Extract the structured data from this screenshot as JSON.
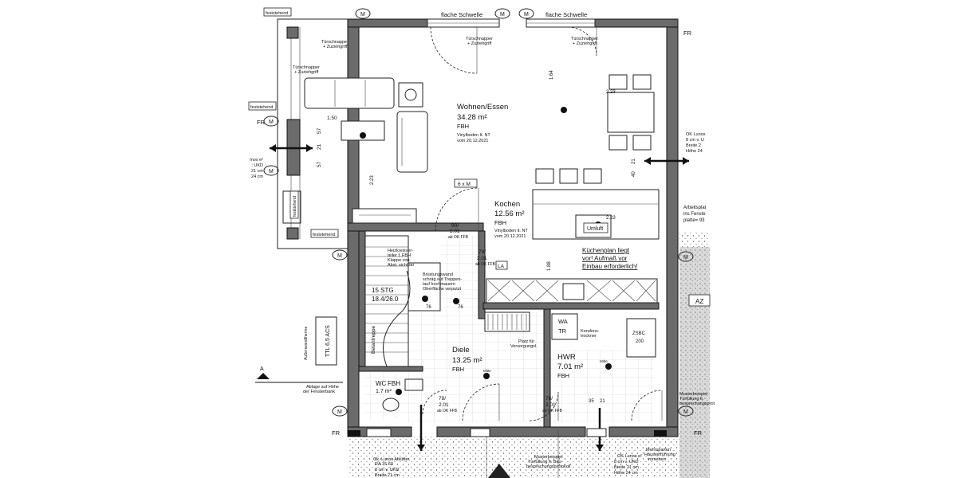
{
  "rooms": {
    "wohnen": {
      "name": "Wohnen/Essen",
      "area": "34.28 m²",
      "heating": "FBH",
      "floor1": "Vinylboden lt. NT",
      "floor2": "vom 20.12.2021"
    },
    "kochen": {
      "name": "Kochen",
      "area": "12.56 m²",
      "heating": "FBH",
      "floor1": "Vinylboden lt. NT",
      "floor2": "vom 20.12.2021"
    },
    "diele": {
      "name": "Diele",
      "area": "13.25 m²",
      "heating": "FBH"
    },
    "hwr": {
      "name": "HWR",
      "area": "7.01 m²",
      "heating": "FBH"
    },
    "wc": {
      "name": "WC",
      "area": "1.7 m²",
      "heating": "FBH"
    }
  },
  "labels": {
    "flache_schwelle_1": "flache Schwelle",
    "flache_schwelle_2": "flache Schwelle",
    "feststehend_1": "feststehend",
    "feststehend_2": "feststehend",
    "feststehend_3": "feststehend",
    "feststehend_4": "feststehend",
    "tuerschnapper_1a": "Türschnapper",
    "tuerschnapper_1b": "+ Zuziehgriff",
    "tuerschnapper_2a": "Türschnapper",
    "tuerschnapper_2b": "+ Zuziehgriff",
    "tuerschnapper_3a": "Türschnapper",
    "tuerschnapper_3b": "+ Zuziehgriff",
    "tuerschnapper_4a": "Türschnapper",
    "tuerschnapper_4b": "+ Zuziehgriff",
    "fr_1": "FR",
    "fr_2": "FR",
    "fr_3": "FR",
    "fr_4": "FR",
    "m": "M",
    "m_6x": "6 x M",
    "stairs_steps": "15 STG",
    "stairs_ratio": "18.4/26.0",
    "belantreppe": "Belantreppe",
    "heizkreis_1": "Heizkreisver-",
    "heizkreis_2": "teiler f. FBH",
    "heizkreis_3": "Klappe von",
    "heizkreis_4": "Abst. sichtbar",
    "bruestung_1": "Brüstungswand",
    "bruestung_2": "schräg auf Treppen-",
    "bruestung_3": "lauf hochmauern",
    "bruestung_4": "Oberfläche verputzt",
    "la": "LA",
    "umluft": "Umluft",
    "kuechenplan_1": "Küchenplan liegt",
    "kuechenplan_2": "vor! Aufmaß vor",
    "kuechenplan_3": "Einbau erforderlich!",
    "wa": "WA",
    "tr": "TR",
    "kondens_1": "Kondens-",
    "kondens_2": "trockner",
    "zsbc": "ZSBC",
    "zsbc_vol": "200",
    "platz_1": "Platz für",
    "platz_2": "Versorgungsl.",
    "ttl": "TTL 6,5 ACS",
    "aussen": "Außenwandtherme",
    "ablage_1": "Ablage auf Höhe",
    "ablage_2": "der Fensterbank",
    "az": "AZ",
    "a_marker": "A",
    "lunos_l1": "Ok. Lunos Ablüfter,",
    "lunos_l2": "RA 15-60",
    "lunos_l3": "8 cm v. UKD",
    "lunos_l4": "Breite 21 cm",
    "muster_b1": "Musterbeispiel",
    "muster_b2": "Türfüllung lt. Bau-",
    "muster_b3": "besprechungsprotokoll",
    "lunos_r1": "OK Lunos e²",
    "lunos_r2": "8 cm v. UKD",
    "lunos_r3": "Breite 21 cm",
    "lunos_r4": "Höhe 24 cm",
    "mehrsparten_1": "Mehrsparten",
    "mehrsparten_2": "Hauseinführung",
    "mehrsparten_3": "vorsehen",
    "muster_r1": "Musterbeispiel",
    "muster_r2": "Türfüllung lt.",
    "muster_r3": "besprechungsprot",
    "ok_lunos_tr1": "OK Lunos",
    "ok_lunos_tr2": "8 cm v. U",
    "ok_lunos_tr3": "Breite 2",
    "ok_lunos_tr4": "Höhe 24",
    "arbeit_1": "Arbeitsplat",
    "arbeit_2": "ins Fenste",
    "arbeit_3": "platte= 93",
    "mos_1": "mos e²",
    "mos_2": ": UKD",
    "mos_3": "21 cm",
    "mos_4": "24 cm",
    "mitte": "Mitte"
  },
  "dimensions": {
    "d_150": "1.50",
    "d_57a": "57",
    "d_57b": "57",
    "d_21a": "21",
    "d_223a": "2.23",
    "d_223b": "2.23",
    "d_223c": "2.23",
    "d_164": "1.64",
    "d_40": "40",
    "d_21b": "21",
    "d_188": "1.88",
    "d_76a": "76",
    "d_76b": "76",
    "d_35": "35",
    "d_21c": "21",
    "opening_1a": "90/",
    "opening_1b": "2.01",
    "opening_1c": "ab OK FFB",
    "opening_2a": "78/",
    "opening_2b": "2.01",
    "opening_2c": "ab OK FFB",
    "opening_3a": "78/",
    "opening_3b": "2.01",
    "opening_3c": "ab OK FFB",
    "opening_4a": "78/",
    "opening_4b": "2.01",
    "opening_4c": "ab OK FFB"
  }
}
